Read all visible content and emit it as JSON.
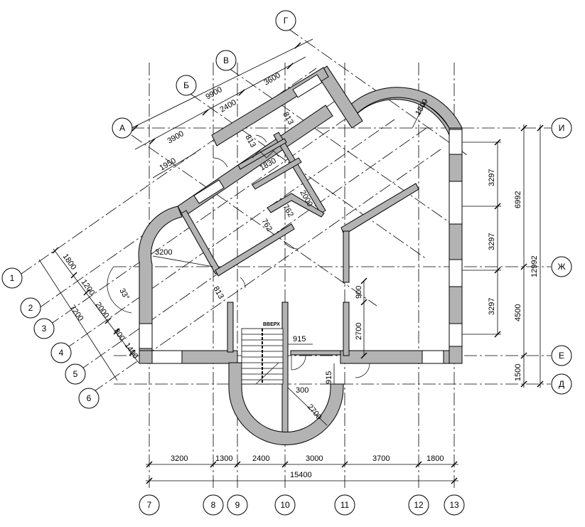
{
  "axis_labels": {
    "grid_7": "7",
    "grid_8": "8",
    "grid_9": "9",
    "grid_10": "10",
    "grid_11": "11",
    "grid_12": "12",
    "grid_13": "13",
    "grid_I": "И",
    "grid_Zh": "Ж",
    "grid_E": "Е",
    "grid_D": "Д",
    "grid_A": "А",
    "grid_B": "Б",
    "grid_V": "В",
    "grid_G": "Г",
    "grid_1": "1",
    "grid_2": "2",
    "grid_3": "3",
    "grid_4": "4",
    "grid_5": "5",
    "grid_6": "6"
  },
  "dimensions": {
    "bottom": [
      "3200",
      "1300",
      "2400",
      "3000",
      "3700",
      "1800"
    ],
    "bottom_total": "15400",
    "right_inner": [
      "3297",
      "3297",
      "3297"
    ],
    "right_mid": [
      "6992",
      "4500",
      "1500"
    ],
    "right_total": "12992",
    "top_diag": [
      "3900",
      "2400",
      "3600"
    ],
    "top_total": "9900",
    "left_diag": [
      "1800",
      "1200",
      "2000",
      "800",
      "1400"
    ],
    "left_total": "7200",
    "inner_1950": "1950",
    "inner_1830": "1830",
    "inner_2000": "2000",
    "inner_762a": "762",
    "inner_762b": "762",
    "inner_813a": "813",
    "inner_813b": "813",
    "inner_813c": "813",
    "inner_3200": "3200",
    "angle_33": "33°",
    "inner_1800_arc": "1800",
    "inner_900": "900",
    "inner_2700_v": "2700",
    "inner_915_h": "915",
    "inner_915_v": "915",
    "inner_300": "300",
    "inner_2700_r": "2700"
  },
  "annotations": {
    "stair_up": "ВВЕРХ"
  }
}
